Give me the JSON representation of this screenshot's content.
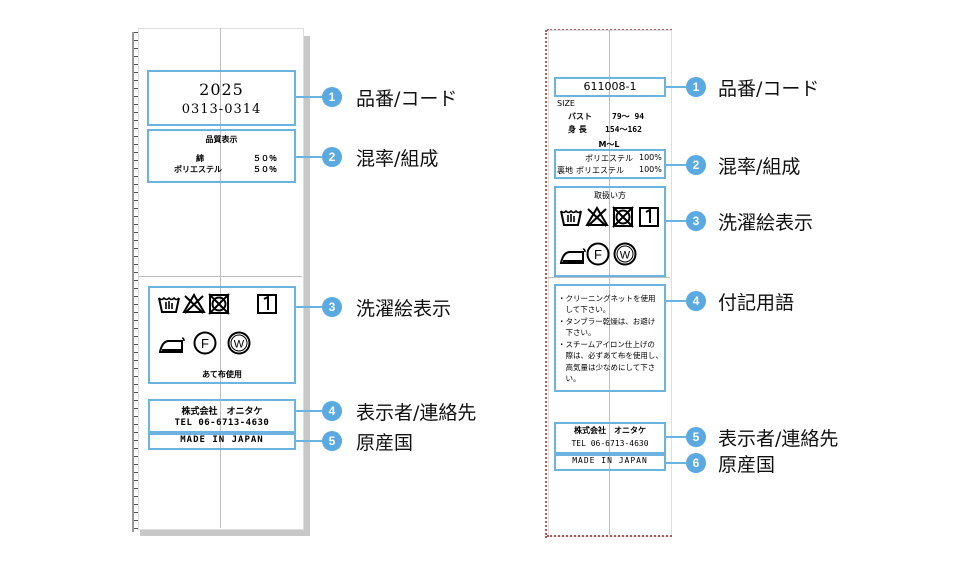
{
  "left_label": {
    "product_number": "2025",
    "product_code": "0313-0314",
    "quality_title": "品質表示",
    "composition": [
      {
        "material": "綿",
        "percent": "５０％"
      },
      {
        "material": "ポリエステル",
        "percent": "５０％"
      }
    ],
    "care_note": "あて布使用",
    "company": "株式会社　オニタケ",
    "tel": "TEL 06-6713-4630",
    "origin": "MADE IN JAPAN"
  },
  "right_label": {
    "product_code": "611008-1",
    "size_heading": "SIZE",
    "size_rows": [
      {
        "name": "バスト",
        "value": "79～ 94"
      },
      {
        "name": "身 長",
        "value": "154～162"
      }
    ],
    "size": "M～L",
    "composition": [
      {
        "part": "",
        "material": "ポリエステル",
        "percent": "100%"
      },
      {
        "part": "裏地",
        "material": "ポリエステル",
        "percent": "100%"
      }
    ],
    "care_title": "取扱い方",
    "notes": [
      "・クリーニングネットを使用",
      "　して下さい。",
      "・タンブラー乾燥は、お避け",
      "　下さい。",
      "・スチームアイロン仕上げの",
      "　際は、必ずあて布を使用し、",
      "　高気量は少なめにして下さ",
      "　い。"
    ],
    "company": "株式会社　オニタケ",
    "tel": "TEL 06-6713-4630",
    "origin": "MADE IN JAPAN"
  },
  "left_callouts": [
    {
      "num": "1",
      "text": "品番/コード"
    },
    {
      "num": "2",
      "text": "混率/組成"
    },
    {
      "num": "3",
      "text": "洗濯絵表示"
    },
    {
      "num": "4",
      "text": "表示者/連絡先"
    },
    {
      "num": "5",
      "text": "原産国"
    }
  ],
  "right_callouts": [
    {
      "num": "1",
      "text": "品番/コード"
    },
    {
      "num": "2",
      "text": "混率/組成"
    },
    {
      "num": "3",
      "text": "洗濯絵表示"
    },
    {
      "num": "4",
      "text": "付記用語"
    },
    {
      "num": "5",
      "text": "表示者/連絡先"
    },
    {
      "num": "6",
      "text": "原産国"
    }
  ],
  "care_symbols": [
    "hand-wash-icon",
    "no-bleach-icon",
    "no-tumble-dry-icon",
    "dry-flat-icon",
    "iron-low-icon",
    "dry-clean-f-icon",
    "wet-clean-w-icon"
  ],
  "colors": {
    "accent": "#5aa9e0",
    "box_border": "#6db3e0"
  }
}
